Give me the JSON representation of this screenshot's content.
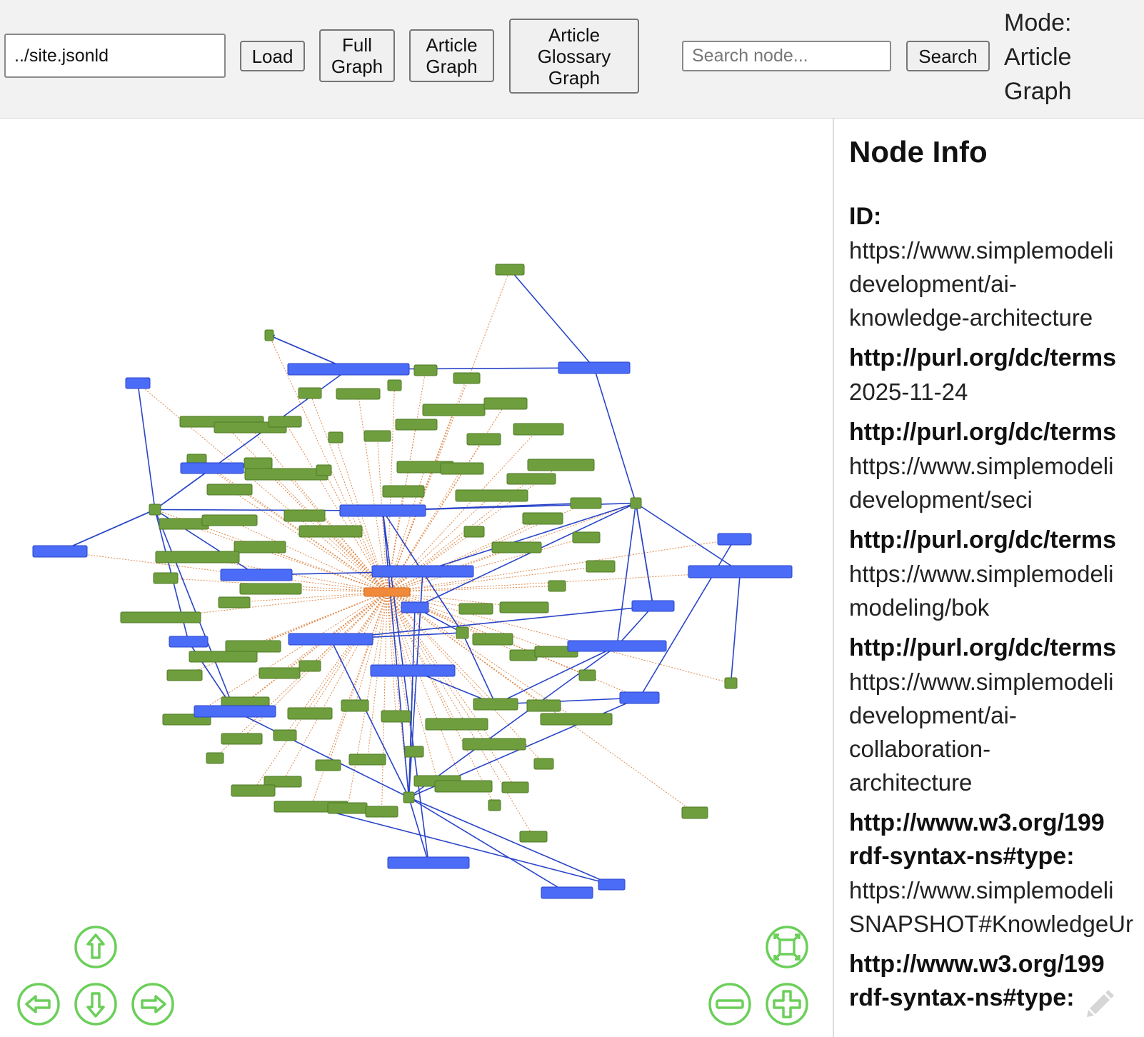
{
  "toolbar": {
    "path_value": "../site.jsonld",
    "load_label": "Load",
    "full_graph_label": "Full\nGraph",
    "article_graph_label": "Article\nGraph",
    "article_glossary_graph_label": "Article\nGlossary\nGraph",
    "search_placeholder": "Search node...",
    "search_label": "Search",
    "mode_text": "Mode:\nArticle\nGraph"
  },
  "panel": {
    "title": "Node Info",
    "properties": [
      {
        "key": "ID:",
        "value": "https://www.simplemodeli\ndevelopment/ai-\nknowledge-architecture"
      },
      {
        "key": "http://purl.org/dc/terms",
        "value": "2025-11-24"
      },
      {
        "key": "http://purl.org/dc/terms",
        "value": "https://www.simplemodeli\ndevelopment/seci"
      },
      {
        "key": "http://purl.org/dc/terms",
        "value": "https://www.simplemodeli\nmodeling/bok"
      },
      {
        "key": "http://purl.org/dc/terms",
        "value": "https://www.simplemodeli\ndevelopment/ai-\ncollaboration-\narchitecture"
      },
      {
        "key": "http://www.w3.org/199\nrdf-syntax-ns#type:",
        "value": "https://www.simplemodeli\nSNAPSHOT#KnowledgeUr"
      },
      {
        "key": "http://www.w3.org/199\nrdf-syntax-ns#type:",
        "value": ""
      }
    ]
  },
  "colors": {
    "article_node": "#4a6cf7",
    "glossary_node": "#6f9e3e",
    "selected_node": "#f08a3a",
    "article_edge": "#2a45c8",
    "glossary_edge": "#e08a4a",
    "nav_button": "#6bcf5a"
  },
  "nav_icons": [
    "arrow-up-icon",
    "arrow-left-icon",
    "arrow-down-icon",
    "arrow-right-icon",
    "fit-view-icon",
    "zoom-out-icon",
    "zoom-in-icon"
  ]
}
